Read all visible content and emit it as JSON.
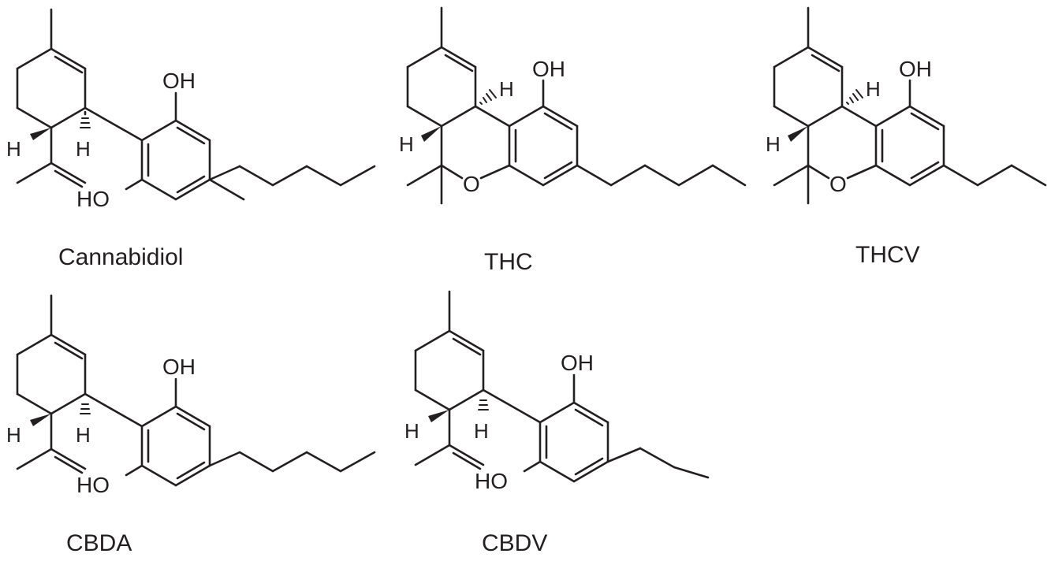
{
  "molecules": [
    {
      "name": "Cannabidiol",
      "oh_top": "OH",
      "oh_bottom": "HO",
      "h_left": "H",
      "h_right": "H"
    },
    {
      "name": "THC",
      "oh_top": "OH",
      "ring_o": "O",
      "h_left": "H",
      "h_right": "H"
    },
    {
      "name": "THCV",
      "oh_top": "OH",
      "ring_o": "O",
      "h_left": "H",
      "h_right": "H"
    },
    {
      "name": "CBDA",
      "oh_top": "OH",
      "oh_bottom": "HO",
      "h_left": "H",
      "h_right": "H"
    },
    {
      "name": "CBDV",
      "oh_top": "OH",
      "oh_bottom": "HO",
      "h_left": "H",
      "h_right": "H"
    }
  ]
}
